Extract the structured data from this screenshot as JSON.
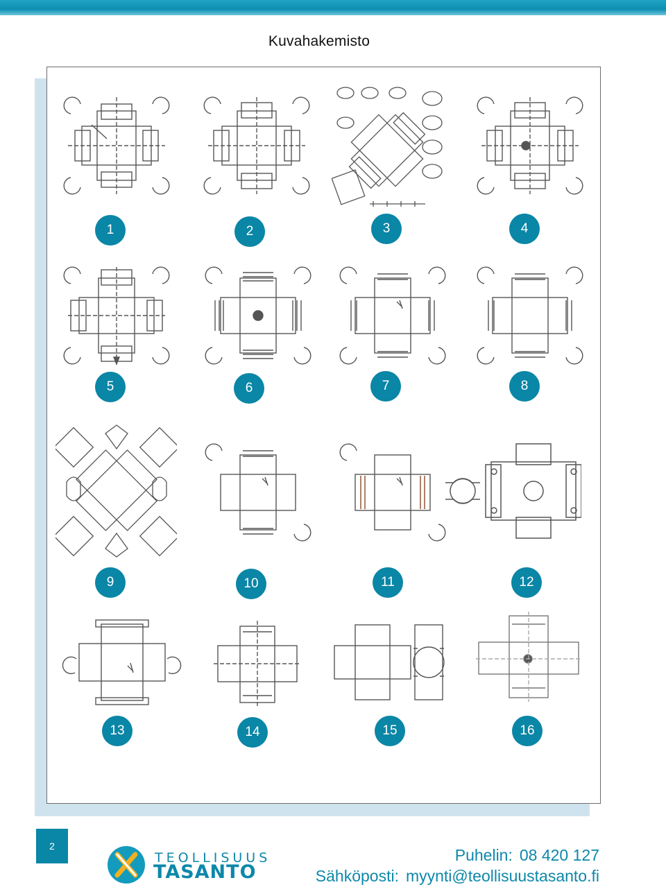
{
  "page": {
    "title": "Kuvahakemisto",
    "page_number": "2"
  },
  "items": [
    {
      "number": "1"
    },
    {
      "number": "2"
    },
    {
      "number": "3"
    },
    {
      "number": "4"
    },
    {
      "number": "5"
    },
    {
      "number": "6"
    },
    {
      "number": "7"
    },
    {
      "number": "8"
    },
    {
      "number": "9"
    },
    {
      "number": "10"
    },
    {
      "number": "11"
    },
    {
      "number": "12"
    },
    {
      "number": "13"
    },
    {
      "number": "14"
    },
    {
      "number": "15"
    },
    {
      "number": "16"
    }
  ],
  "footer": {
    "logo_line1": "TEOLLISUUS",
    "logo_line2": "TASANTO",
    "phone_label": "Puhelin:",
    "phone_value": "08 420 127",
    "email_label": "Sähköposti:",
    "email_value": "myynti@teollisuustasanto.fi"
  },
  "colors": {
    "accent": "#0a86a6",
    "bar": "#1fa3c4",
    "panel": "#cfe3ee"
  }
}
